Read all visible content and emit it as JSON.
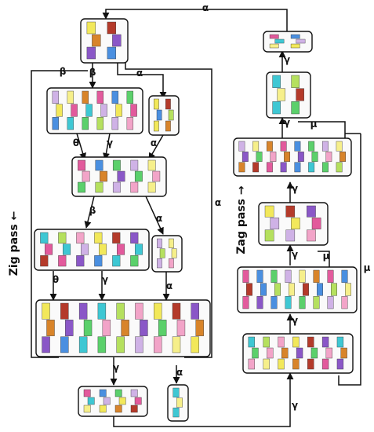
{
  "labels": {
    "zig": "Zig pass ←",
    "zag": "Zag pass →"
  },
  "greek": {
    "alpha": "α",
    "beta": "β",
    "gamma": "γ",
    "theta": "θ",
    "mu": "μ"
  },
  "colors": {
    "tile_palette": [
      "#f2e85a",
      "#d8842a",
      "#b43a2a",
      "#e25a9c",
      "#8a57c7",
      "#4a8fe0",
      "#3ec7d3",
      "#5bd06b",
      "#b5e05e",
      "#cfb2e6",
      "#f2a4c8",
      "#f6ef8a"
    ]
  }
}
